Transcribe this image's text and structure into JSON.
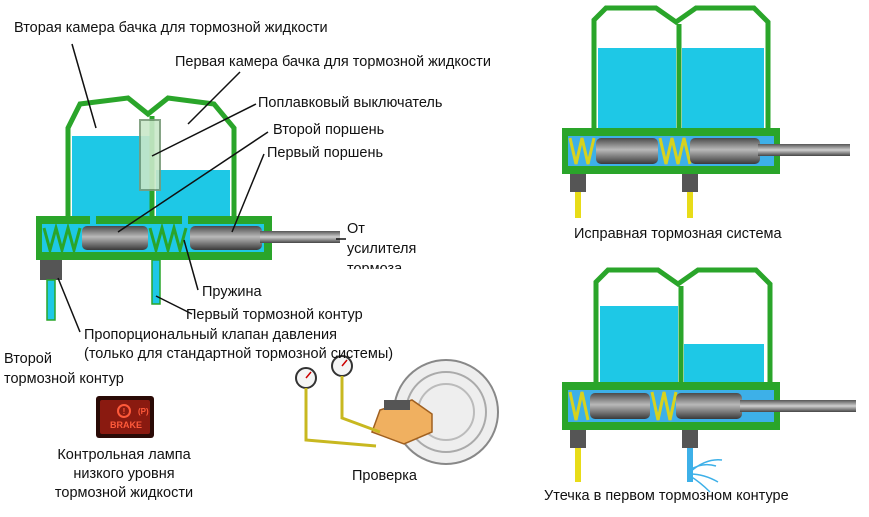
{
  "labels": {
    "second_chamber": "Вторая камера бачка для тормозной жидкости",
    "first_chamber": "Первая камера бачка для тормозной жидкости",
    "float_switch": "Поплавковый выключатель",
    "second_piston": "Второй поршень",
    "first_piston": "Первый поршень",
    "from_booster_1": "От",
    "from_booster_2": "усилителя",
    "from_booster_3": "тормоза",
    "spring": "Пружина",
    "first_circuit": "Первый тормозной контур",
    "valve_1": "Пропорциональный клапан давления",
    "valve_2": "(только для стандартной тормозной системы)",
    "second_circuit_1": "Второй",
    "second_circuit_2": "тормозной контур",
    "lamp_1": "Контрольная лампа",
    "lamp_2": "низкого уровня",
    "lamp_3": "тормозной жидкости",
    "brake_text": "BRAKE",
    "check": "Проверка",
    "ok_system": "Исправная тормозная система",
    "leak": "Утечка в первом тормозном контуре"
  },
  "colors": {
    "fluid": "#1ec8e6",
    "housing": "#2aa52a",
    "cavity": "#3db0e8",
    "spring": "#d7d21e",
    "line_yellow": "#e8dc18",
    "piston": "#6b6b6b"
  },
  "icons": [
    "brake-warning-lamp-icon",
    "pressure-gauge-icon",
    "brake-booster-icon"
  ]
}
